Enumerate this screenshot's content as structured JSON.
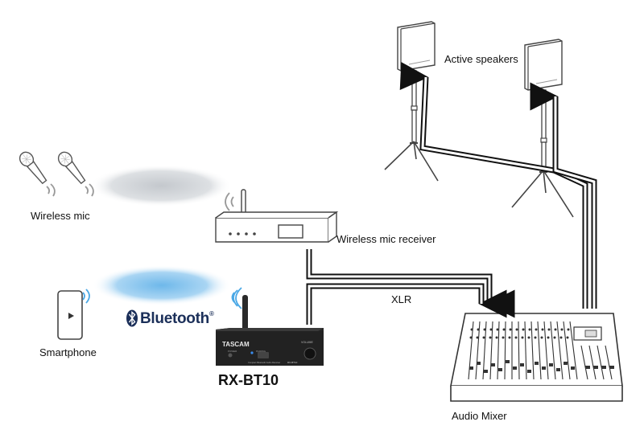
{
  "labels": {
    "wireless_mic": "Wireless mic",
    "wireless_mic_receiver": "Wireless mic receiver",
    "smartphone": "Smartphone",
    "active_speakers": "Active speakers",
    "xlr": "XLR",
    "audio_mixer": "Audio Mixer",
    "rx_bt10": "RX-BT10"
  },
  "bluetooth": {
    "wordmark": "Bluetooth",
    "mark": "®",
    "icon": "bluetooth-rune-icon",
    "color": "#1b2f59"
  },
  "device": {
    "brand": "TASCAM",
    "volume_label": "VOLUME",
    "subtitle": "Compact Bluetooth Audio Receiver",
    "model": "RX-BT10",
    "power_label": "POWER",
    "pairing_label": "PAIRING"
  },
  "colors": {
    "signal_blue": "#7ec0ec",
    "signal_gray": "#c9cdd2",
    "cable": "#111111",
    "device_body": "#222222"
  }
}
